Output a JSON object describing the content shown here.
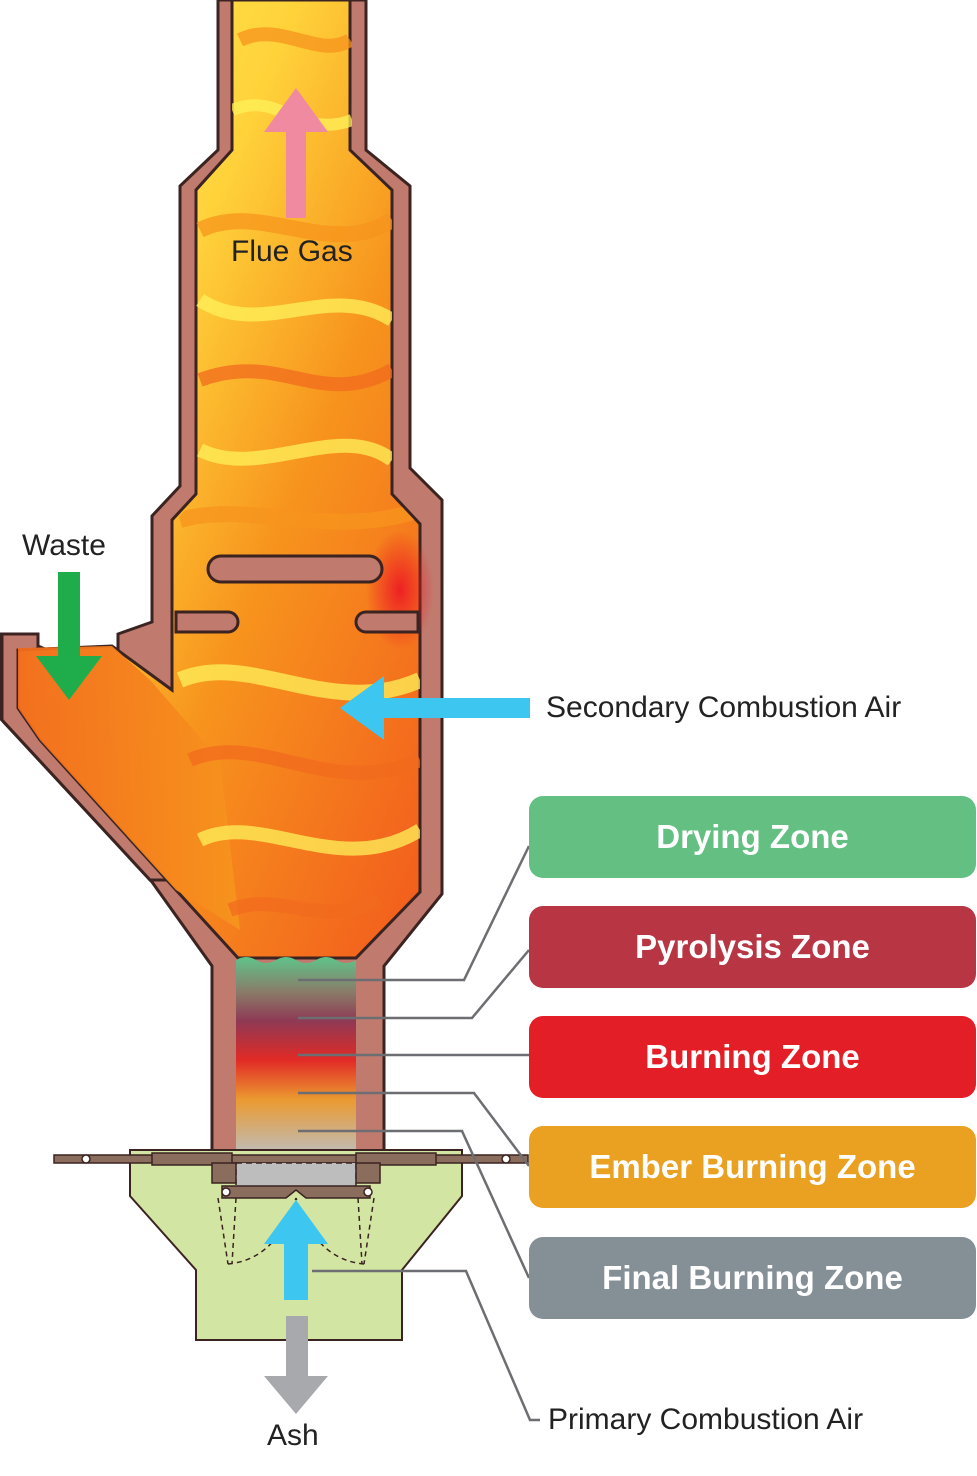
{
  "labels": {
    "flue_gas": "Flue Gas",
    "waste": "Waste",
    "secondary_air": "Secondary Combustion Air",
    "primary_air": "Primary Combustion Air",
    "ash": "Ash"
  },
  "zones": [
    {
      "label": "Drying Zone",
      "color": "#63bf82"
    },
    {
      "label": "Pyrolysis Zone",
      "color": "#b83544"
    },
    {
      "label": "Burning Zone",
      "color": "#e41e26"
    },
    {
      "label": "Ember Burning Zone",
      "color": "#eaa020"
    },
    {
      "label": "Final Burning Zone",
      "color": "#858f96"
    }
  ],
  "colors": {
    "wall": "#c17a6e",
    "wall_outline": "#3a2320",
    "flame_yellow": "#fff04a",
    "flame_orange": "#f7941d",
    "flame_red": "#ed1c24",
    "waste_orange": "#f26b1d",
    "base": "#d3e5a3",
    "secondary_air_arrow": "#3cc6f0",
    "primary_air_arrow": "#3cc6f0",
    "flue_arrow": "#f08aa0",
    "waste_arrow": "#1fad4b",
    "ash_arrow": "#a7a9ac",
    "leader_line": "#6d6e71"
  }
}
